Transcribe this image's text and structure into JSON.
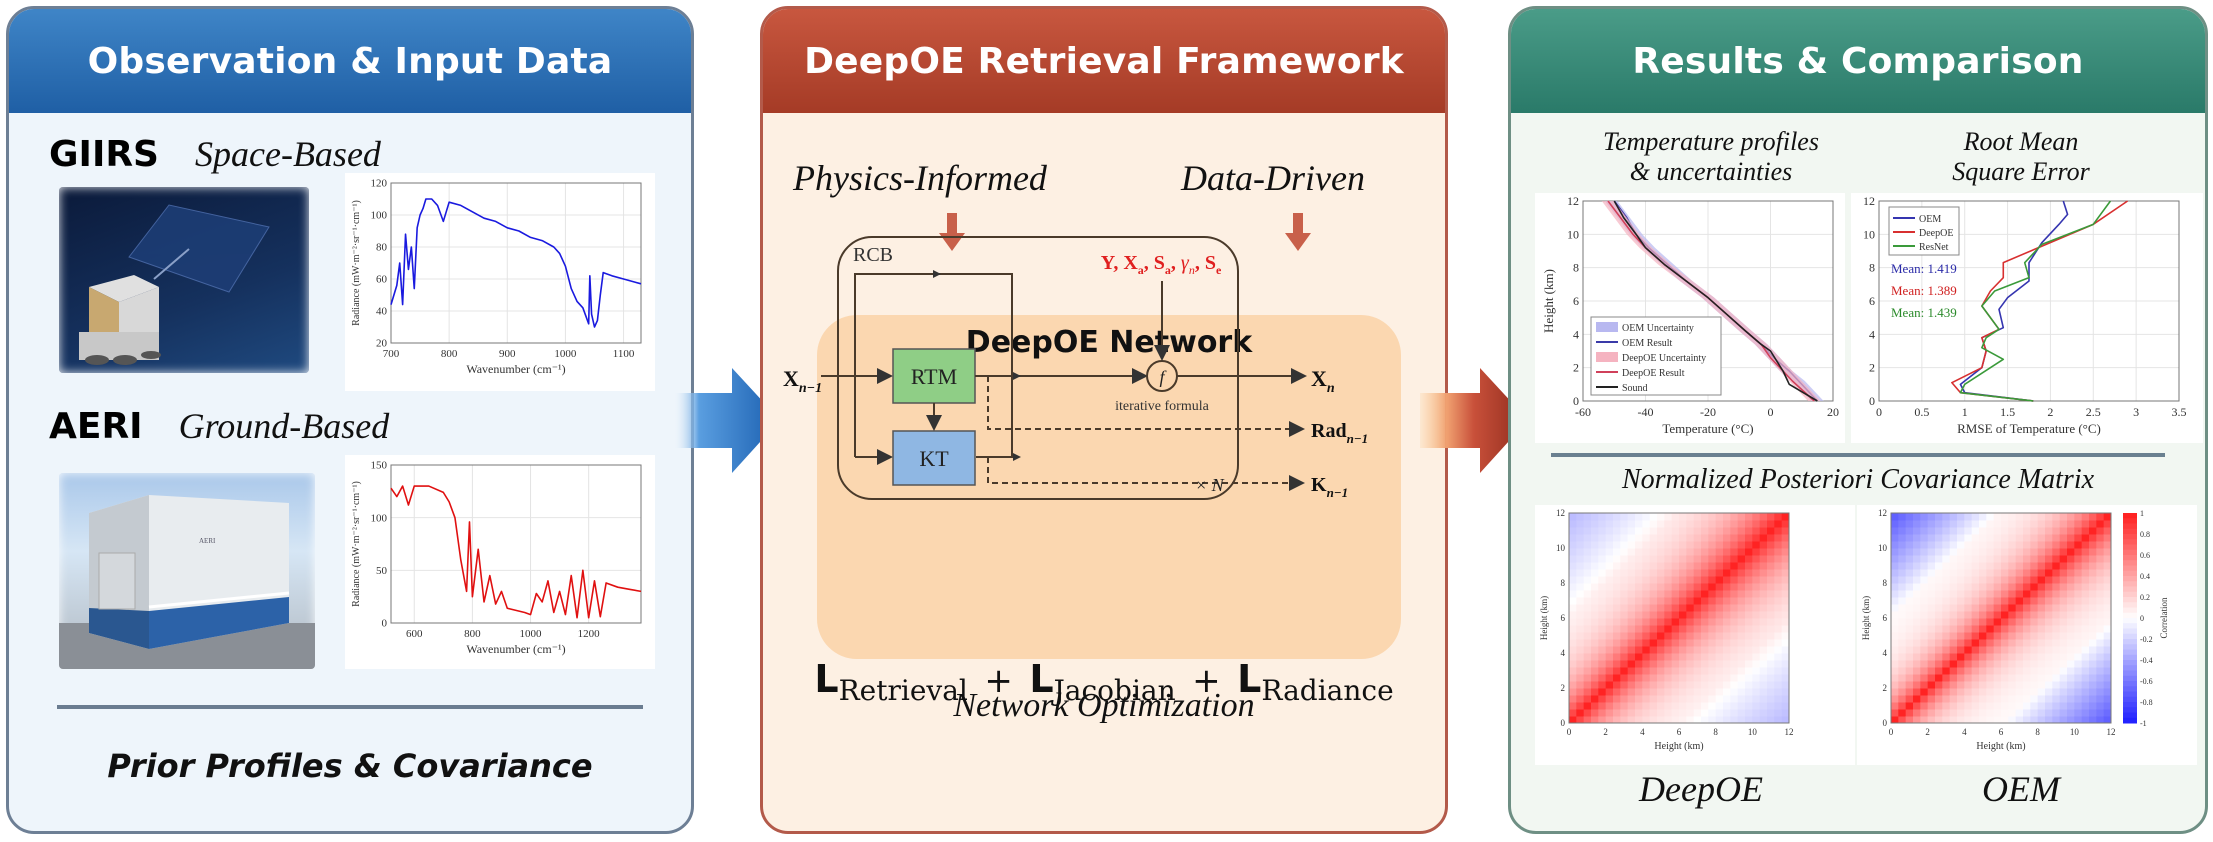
{
  "panels": {
    "observation": {
      "title": "Observation & Input Data",
      "instruments": [
        {
          "name": "GIIRS",
          "type": "Space-Based",
          "photo": "satellite-photo"
        },
        {
          "name": "AERI",
          "type": "Ground-Based",
          "photo": "aeri-instrument-photo"
        }
      ],
      "footer": "Prior Profiles & Covariance"
    },
    "framework": {
      "title": "DeepOE Retrieval Framework",
      "inputs": [
        "Physics-Informed",
        "Data-Driven"
      ],
      "network": {
        "title": "DeepOE Network",
        "block_label": "RCB",
        "rtm_label": "RTM",
        "kt_label": "KT",
        "function_label": "f",
        "iterative_label": "iterative formula",
        "params_label": "Y, X_a, S_a, γ_n, S_e",
        "input_label": "X_{n−1}",
        "output_label": "X_n",
        "rad_output_label": "Rad_{n−1}",
        "k_output_label": "K_{n−1}",
        "repeat_label": "× N"
      },
      "optimization_title": "Network Optimization",
      "loss_terms": [
        {
          "symbol": "L",
          "subscript": "Retrieval"
        },
        {
          "symbol": "L",
          "subscript": "Jacobian"
        },
        {
          "symbol": "L",
          "subscript": "Radiance"
        }
      ],
      "loss_operator": "+"
    },
    "results": {
      "title": "Results & Comparison",
      "profile_title_lines": [
        "Temperature profiles",
        "& uncertainties"
      ],
      "rmse_title_lines": [
        "Root Mean",
        "Square Error"
      ],
      "covariance_title": "Normalized Posteriori Covariance Matrix",
      "covariance_labels": [
        "DeepOE",
        "OEM"
      ]
    }
  },
  "colors": {
    "observation_accent": "#2a6db5",
    "framework_accent": "#b1432c",
    "results_accent": "#3a8a76",
    "giirs_line": "#1a1adf",
    "aeri_line": "#e01010",
    "params_red": "#e02020",
    "rtm_green": "#8fce86",
    "kt_blue": "#8fb7e3"
  },
  "chart_data": [
    {
      "id": "giirs-spectrum",
      "type": "line",
      "title": "",
      "xlabel": "Wavenumber (cm⁻¹)",
      "ylabel": "Radiance (mW·m⁻²·sr⁻¹·cm⁻¹)",
      "xlim": [
        700,
        1130
      ],
      "ylim": [
        20,
        120
      ],
      "xticks": [
        700,
        800,
        900,
        1000,
        1100
      ],
      "yticks": [
        20,
        40,
        60,
        80,
        100,
        120
      ],
      "grid": true,
      "series": [
        {
          "name": "GIIRS",
          "color": "#1a1adf",
          "x": [
            700,
            710,
            715,
            720,
            725,
            730,
            735,
            740,
            745,
            750,
            755,
            760,
            770,
            780,
            790,
            800,
            820,
            840,
            860,
            880,
            900,
            920,
            940,
            960,
            980,
            990,
            1000,
            1010,
            1020,
            1030,
            1040,
            1042,
            1045,
            1050,
            1055,
            1060,
            1065,
            1080,
            1100,
            1130
          ],
          "y": [
            44,
            56,
            70,
            44,
            88,
            66,
            80,
            54,
            92,
            100,
            104,
            110,
            110,
            106,
            96,
            108,
            106,
            102,
            98,
            96,
            92,
            90,
            86,
            84,
            80,
            76,
            68,
            54,
            46,
            42,
            32,
            62,
            38,
            30,
            34,
            50,
            64,
            62,
            60,
            57
          ]
        }
      ]
    },
    {
      "id": "aeri-spectrum",
      "type": "line",
      "title": "",
      "xlabel": "Wavenumber (cm⁻¹)",
      "ylabel": "Radiance (mW·m⁻²·sr⁻¹·cm⁻¹)",
      "xlim": [
        520,
        1380
      ],
      "ylim": [
        0,
        150
      ],
      "xticks": [
        600,
        800,
        1000,
        1200
      ],
      "yticks": [
        0,
        50,
        100,
        150
      ],
      "grid": true,
      "series": [
        {
          "name": "AERI",
          "color": "#e01010",
          "x": [
            520,
            540,
            560,
            580,
            600,
            620,
            650,
            700,
            720,
            740,
            760,
            780,
            790,
            800,
            820,
            840,
            860,
            880,
            900,
            920,
            950,
            980,
            1000,
            1020,
            1040,
            1060,
            1080,
            1100,
            1120,
            1140,
            1160,
            1180,
            1200,
            1220,
            1240,
            1260,
            1300,
            1340,
            1380
          ],
          "y": [
            128,
            120,
            130,
            112,
            130,
            130,
            130,
            124,
            115,
            100,
            60,
            30,
            96,
            25,
            70,
            20,
            45,
            18,
            30,
            14,
            12,
            10,
            8,
            28,
            20,
            40,
            10,
            30,
            8,
            45,
            5,
            50,
            5,
            40,
            6,
            38,
            34,
            32,
            30
          ]
        }
      ]
    },
    {
      "id": "temperature-profiles",
      "type": "line",
      "title": "Temperature profiles & uncertainties",
      "xlabel": "Temperature (°C)",
      "ylabel": "Height (km)",
      "xlim": [
        -60,
        20
      ],
      "ylim": [
        0,
        12
      ],
      "xticks": [
        -60,
        -40,
        -20,
        0,
        20
      ],
      "yticks": [
        0,
        2,
        4,
        6,
        8,
        10,
        12
      ],
      "grid": true,
      "legend": "bottom-left",
      "series": [
        {
          "name": "OEM Uncertainty",
          "color": "#b8b8f0",
          "style": "band",
          "x": [
            -51,
            -47,
            -43,
            -39,
            -33,
            -27,
            -20,
            -14,
            -8,
            -3,
            1,
            5,
            9,
            15
          ],
          "y": [
            12,
            11,
            10,
            9.2,
            8.2,
            7.2,
            6.2,
            5.2,
            4.2,
            3.4,
            2.6,
            1.8,
            1.2,
            0
          ]
        },
        {
          "name": "OEM Result",
          "color": "#3a3aa8",
          "x": [
            -50,
            -46,
            -43,
            -39,
            -33,
            -27,
            -20,
            -14,
            -8,
            -3,
            1,
            6,
            9,
            15
          ],
          "y": [
            12,
            11,
            10,
            9.2,
            8.2,
            7.2,
            6.2,
            5.2,
            4.2,
            3.4,
            2.6,
            1.8,
            1.2,
            0
          ]
        },
        {
          "name": "DeepOE Uncertainty",
          "color": "#f5b3c0",
          "style": "band",
          "x": [
            -52,
            -48,
            -44,
            -40,
            -34,
            -27,
            -20,
            -14,
            -8,
            -3,
            1,
            5,
            8,
            14
          ],
          "y": [
            12,
            11,
            10,
            9.2,
            8.2,
            7.2,
            6.2,
            5.2,
            4.2,
            3.4,
            2.6,
            1.8,
            1.2,
            0
          ]
        },
        {
          "name": "DeepOE Result",
          "color": "#d0405a",
          "x": [
            -52,
            -48,
            -44,
            -40,
            -34,
            -27,
            -20,
            -14,
            -8,
            -3,
            0,
            4,
            7,
            14
          ],
          "y": [
            12,
            11,
            10,
            9.2,
            8.2,
            7.2,
            6.2,
            5.2,
            4.2,
            3.4,
            2.6,
            1.8,
            1.2,
            0
          ]
        },
        {
          "name": "Sound",
          "color": "#222222",
          "x": [
            -50,
            -47,
            -43,
            -40,
            -34,
            -27,
            -20,
            -14,
            -8,
            -3,
            0,
            4,
            6,
            15
          ],
          "y": [
            12,
            11,
            10,
            9.2,
            8.2,
            7.2,
            6.2,
            5.2,
            4.2,
            3.4,
            3.0,
            1.8,
            1.0,
            0
          ]
        }
      ]
    },
    {
      "id": "rmse-profiles",
      "type": "line",
      "title": "Root Mean Square Error",
      "xlabel": "RMSE of Temperature (°C)",
      "ylabel": "",
      "xlim": [
        0,
        3.5
      ],
      "ylim": [
        0,
        12
      ],
      "xticks": [
        0,
        0.5,
        1,
        1.5,
        2,
        2.5,
        3,
        3.5
      ],
      "yticks": [
        0,
        2,
        4,
        6,
        8,
        10,
        12
      ],
      "grid": true,
      "legend": "top-left",
      "annotations": [
        {
          "text": "Mean: 1.419",
          "color": "#2a2aa8"
        },
        {
          "text": "Mean: 1.389",
          "color": "#d02020"
        },
        {
          "text": "Mean: 1.439",
          "color": "#2a8a2a"
        }
      ],
      "series": [
        {
          "name": "OEM",
          "color": "#3535b0",
          "x": [
            1.8,
            1.0,
            0.95,
            1.2,
            1.25,
            1.2,
            1.45,
            1.4,
            1.5,
            1.75,
            1.75,
            1.9,
            2.1,
            2.2,
            2.15
          ],
          "y": [
            0,
            0.5,
            1.0,
            2.0,
            3.0,
            3.8,
            4.4,
            5.5,
            6.2,
            7.2,
            8.3,
            9.5,
            10.6,
            11.2,
            12
          ]
        },
        {
          "name": "DeepOE",
          "color": "#d83030",
          "x": [
            1.8,
            0.95,
            0.85,
            1.2,
            1.25,
            1.2,
            1.4,
            1.2,
            1.3,
            1.45,
            1.45,
            1.95,
            2.5,
            2.9
          ],
          "y": [
            0,
            0.5,
            1.1,
            2.0,
            3.0,
            3.8,
            4.3,
            5.7,
            6.6,
            7.4,
            8.3,
            9.4,
            10.6,
            12
          ]
        },
        {
          "name": "ResNet",
          "color": "#3a9a3a",
          "x": [
            1.8,
            0.95,
            1.0,
            1.45,
            1.2,
            1.25,
            1.4,
            1.2,
            1.35,
            1.75,
            1.7,
            1.9,
            2.5,
            2.7
          ],
          "y": [
            0,
            0.5,
            1.0,
            2.5,
            3.2,
            3.8,
            4.3,
            5.7,
            6.6,
            7.4,
            8.3,
            9.4,
            10.6,
            12
          ]
        }
      ]
    },
    {
      "id": "covariance-deepoe",
      "type": "heatmap",
      "title": "DeepOE",
      "xlabel": "Height (km)",
      "ylabel": "Height (km)",
      "xlim": [
        0,
        12
      ],
      "ylim": [
        0,
        12
      ],
      "ticks": [
        0,
        2,
        4,
        6,
        8,
        10,
        12
      ],
      "correlation_length_km": 3.5,
      "negative_corner_value": -0.15
    },
    {
      "id": "covariance-oem",
      "type": "heatmap",
      "title": "OEM",
      "xlabel": "Height (km)",
      "ylabel": "Height (km)",
      "xlim": [
        0,
        12
      ],
      "ylim": [
        0,
        12
      ],
      "ticks": [
        0,
        2,
        4,
        6,
        8,
        10,
        12
      ],
      "correlation_length_km": 2.6,
      "negative_corner_value": -0.35,
      "colorbar": {
        "label": "Correlation",
        "range": [
          -1,
          1
        ],
        "ticks": [
          -1,
          -0.8,
          -0.6,
          -0.4,
          -0.2,
          0,
          0.2,
          0.4,
          0.6,
          0.8,
          1
        ]
      }
    }
  ]
}
